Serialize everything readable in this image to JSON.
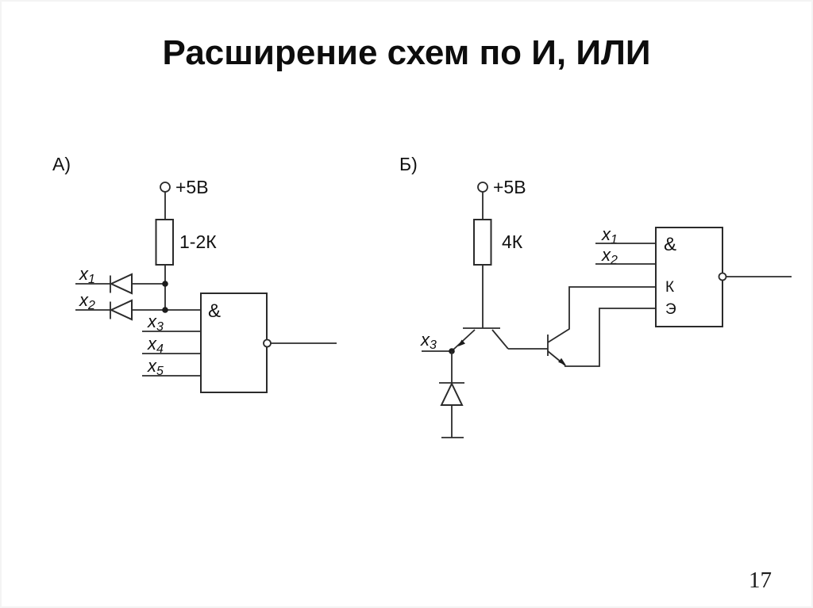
{
  "title": "Расширение схем по И, ИЛИ",
  "page_number": "17",
  "colors": {
    "background": "#ffffff",
    "line": "#2b2b2b",
    "text": "#111111"
  },
  "circuit_a": {
    "label": "А)",
    "power": "+5В",
    "resistor": "1-2К",
    "gate": "&",
    "inputs": {
      "x1": {
        "base": "x",
        "sub": "1"
      },
      "x2": {
        "base": "x",
        "sub": "2"
      },
      "x3": {
        "base": "x",
        "sub": "3"
      },
      "x4": {
        "base": "x",
        "sub": "4"
      },
      "x5": {
        "base": "x",
        "sub": "5"
      }
    }
  },
  "circuit_b": {
    "label": "Б)",
    "power": "+5В",
    "resistor": "4К",
    "gate": "&",
    "pin_collector": "К",
    "pin_emitter": "Э",
    "inputs": {
      "x1": {
        "base": "x",
        "sub": "1"
      },
      "x2": {
        "base": "x",
        "sub": "2"
      },
      "x3": {
        "base": "x",
        "sub": "3"
      }
    }
  }
}
